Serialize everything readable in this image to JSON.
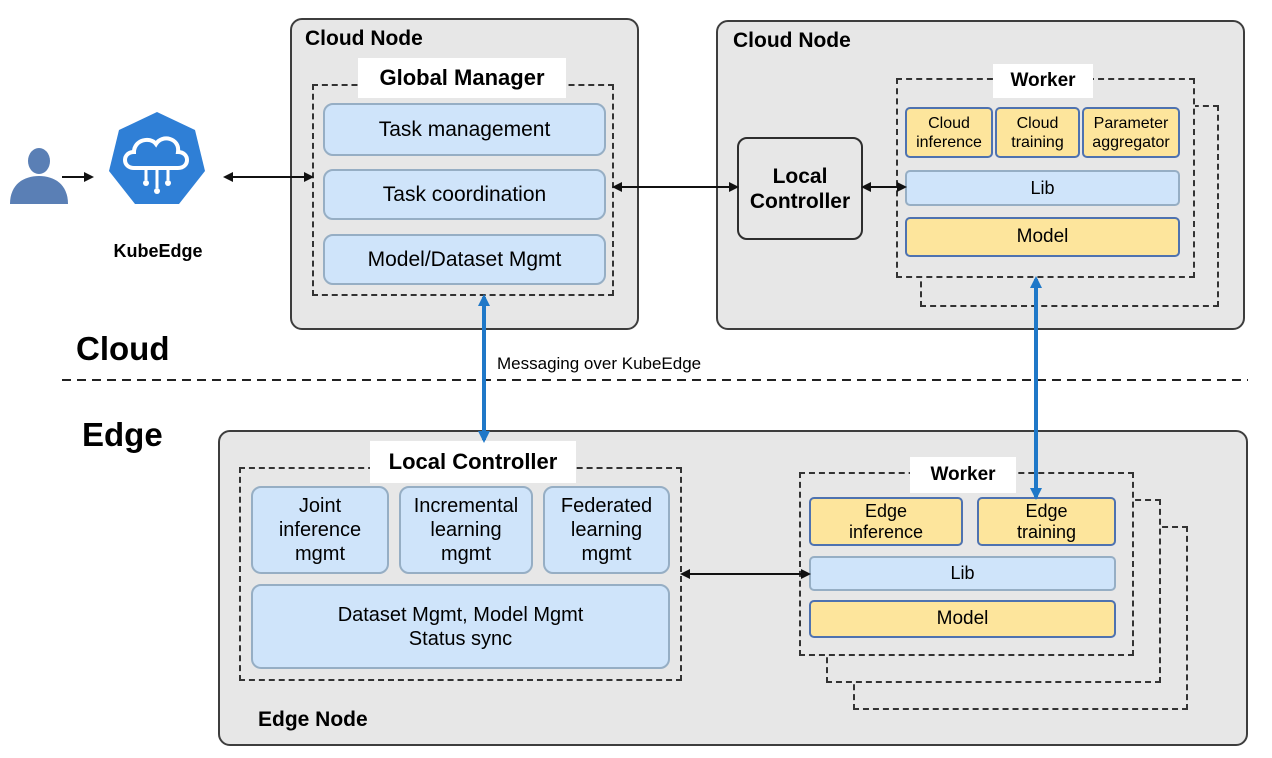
{
  "user_label": "",
  "kubeedge": {
    "label": "KubeEdge"
  },
  "cloud_node_left": {
    "title": "Cloud Node",
    "global_manager": {
      "title": "Global Manager",
      "items": [
        "Task management",
        "Task coordination",
        "Model/Dataset Mgmt"
      ]
    }
  },
  "cloud_node_right": {
    "title": "Cloud Node",
    "local_controller": "Local\nController",
    "worker": {
      "title": "Worker",
      "modules": [
        "Cloud\ninference",
        "Cloud\ntraining",
        "Parameter\naggregator"
      ],
      "lib": "Lib",
      "model": "Model"
    }
  },
  "regions": {
    "cloud": "Cloud",
    "edge": "Edge"
  },
  "messaging_label": "Messaging over KubeEdge",
  "edge_node": {
    "title": "Edge Node",
    "local_controller": {
      "title": "Local Controller",
      "items": [
        "Joint\ninference\nmgmt",
        "Incremental\nlearning\nmgmt",
        "Federated\nlearning\nmgmt"
      ],
      "bottom": "Dataset Mgmt, Model Mgmt\nStatus sync"
    },
    "worker": {
      "title": "Worker",
      "modules": [
        "Edge\ninference",
        "Edge\ntraining"
      ],
      "lib": "Lib",
      "model": "Model"
    }
  },
  "colors": {
    "node_bg": "#e7e7e7",
    "module_blue": "#cfe4fa",
    "module_yellow": "#fde59c",
    "arrow_blue": "#1f78c8",
    "user_icon": "#5a7fb5",
    "kubeedge_blue": "#2f7fd6"
  }
}
